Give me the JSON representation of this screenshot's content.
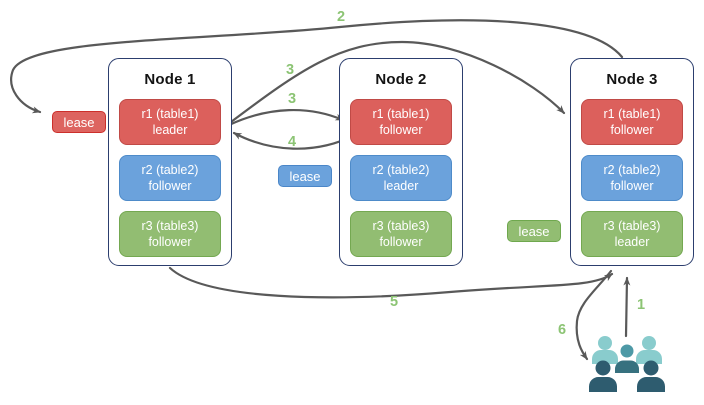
{
  "diagram": {
    "type": "distributed-database-lease-diagram",
    "nodes": [
      {
        "title": "Node 1",
        "ranges": [
          {
            "line1": "r1 (table1)",
            "line2": "leader",
            "color": "red"
          },
          {
            "line1": "r2 (table2)",
            "line2": "follower",
            "color": "blue"
          },
          {
            "line1": "r3 (table3)",
            "line2": "follower",
            "color": "green"
          }
        ]
      },
      {
        "title": "Node 2",
        "ranges": [
          {
            "line1": "r1 (table1)",
            "line2": "follower",
            "color": "red"
          },
          {
            "line1": "r2 (table2)",
            "line2": "leader",
            "color": "blue"
          },
          {
            "line1": "r3 (table3)",
            "line2": "follower",
            "color": "green"
          }
        ]
      },
      {
        "title": "Node 3",
        "ranges": [
          {
            "line1": "r1 (table1)",
            "line2": "follower",
            "color": "red"
          },
          {
            "line1": "r2 (table2)",
            "line2": "follower",
            "color": "blue"
          },
          {
            "line1": "r3 (table3)",
            "line2": "leader",
            "color": "green"
          }
        ]
      }
    ],
    "leases": [
      {
        "label": "lease",
        "color": "red"
      },
      {
        "label": "lease",
        "color": "blue"
      },
      {
        "label": "lease",
        "color": "green"
      }
    ],
    "steps": [
      {
        "label": "1"
      },
      {
        "label": "2"
      },
      {
        "label": "3"
      },
      {
        "label": "3"
      },
      {
        "label": "4"
      },
      {
        "label": "5"
      },
      {
        "label": "6"
      }
    ],
    "arrows": [
      {
        "step": "1",
        "from": "users",
        "to": "node3-bottom"
      },
      {
        "step": "2",
        "from": "node3-top",
        "to": "red-lease"
      },
      {
        "step": "3",
        "from": "node1-r1",
        "to": "node3-r1"
      },
      {
        "step": "3",
        "from": "node1-r1",
        "to": "node2-r1"
      },
      {
        "step": "4",
        "from": "node2-r1",
        "to": "node1-r1"
      },
      {
        "step": "5",
        "from": "node1-bottom",
        "to": "node3-bottom"
      },
      {
        "step": "6",
        "from": "node3-bottom",
        "to": "users"
      }
    ],
    "colors": {
      "red_fill": "#dc605c",
      "red_border": "#c04a46",
      "red_lease_border": "#cc2f2b",
      "blue_fill": "#6ba2dc",
      "blue_border": "#4e8bc9",
      "green_fill": "#92bd72",
      "green_border": "#74a851",
      "node_border": "#2c3e6e",
      "arrow": "#595959",
      "step_label": "#8cc474",
      "users_light": "#89cccd",
      "users_medium": "#4d99a6",
      "users_dark": "#2e5c6f",
      "box_text": "#ffffff"
    }
  }
}
